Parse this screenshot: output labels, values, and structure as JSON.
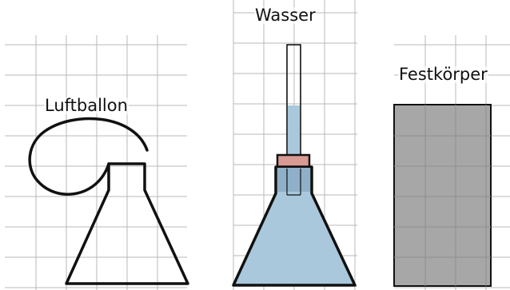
{
  "labels": {
    "balloon": "Luftballon",
    "water": "Wasser",
    "solid": "Festkörper"
  },
  "colors": {
    "grid": "#b9b9b9",
    "outline": "#111111",
    "water": "#a9c8db",
    "water_glass": "#8fb0c8",
    "stopper": "#d89a92",
    "solid": "#a7a7a7"
  },
  "icons": {
    "balloon": "balloon-icon",
    "water_tube": "tube-icon",
    "stopper": "stopper-icon"
  }
}
